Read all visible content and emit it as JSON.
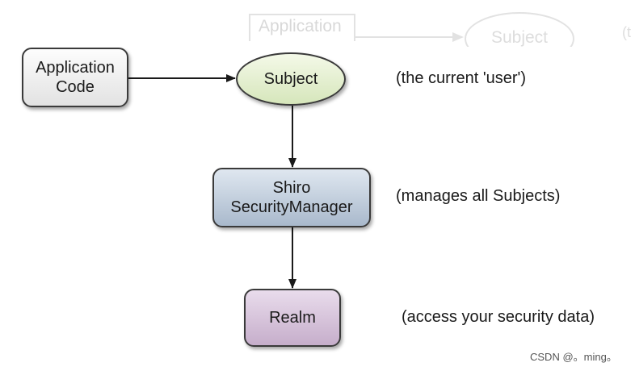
{
  "ghost_header": {
    "application_label": "Application",
    "subject_label": "Subject",
    "trailing_text": "(t"
  },
  "nodes": {
    "application_code": {
      "line1": "Application",
      "line2": "Code"
    },
    "subject": {
      "label": "Subject"
    },
    "security_manager": {
      "line1": "Shiro",
      "line2": "SecurityManager"
    },
    "realm": {
      "label": "Realm"
    }
  },
  "notes": {
    "subject": "(the current 'user')",
    "security_manager": "(manages all Subjects)",
    "realm": "(access your security data)"
  },
  "watermark": "CSDN @。ming。",
  "colors": {
    "application_code_fill": "#e2e2e2",
    "subject_fill": "#d6e6bb",
    "security_manager_fill": "#a9b9cc",
    "realm_fill": "#c6aecb",
    "stroke": "#1a1a1a"
  },
  "edges": [
    {
      "from": "application_code",
      "to": "subject"
    },
    {
      "from": "subject",
      "to": "security_manager"
    },
    {
      "from": "security_manager",
      "to": "realm"
    }
  ]
}
